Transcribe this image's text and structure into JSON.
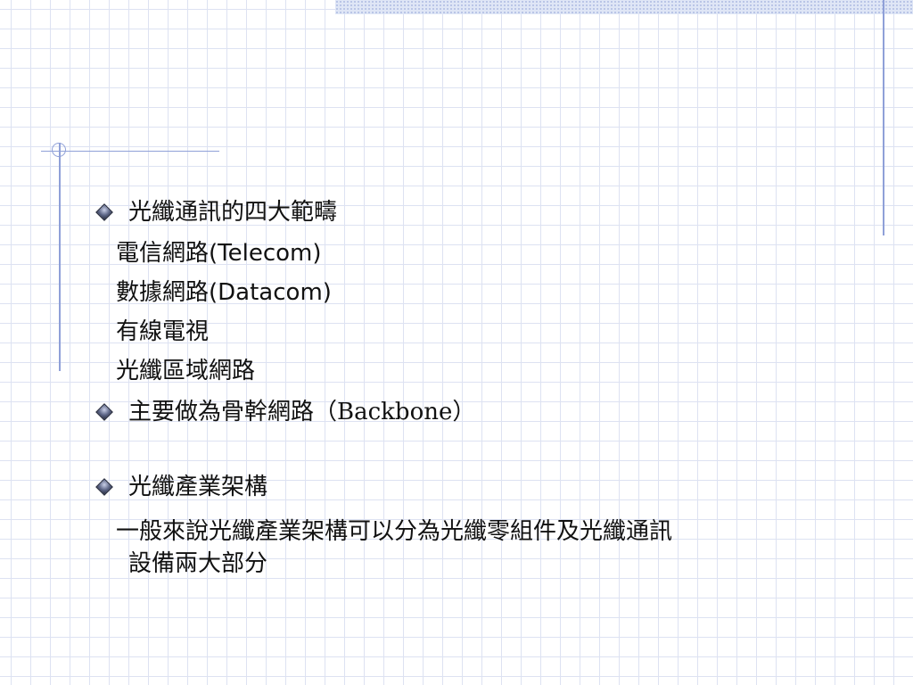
{
  "decor": {
    "grid_color": "#dde2f2",
    "line_color": "#8fa0d8",
    "band_color": "#dfe6f6"
  },
  "slide": {
    "bullet1": {
      "label": "光纖通訊的四大範疇",
      "items": [
        {
          "cjk": "電信網路",
          "latin": "(Telecom)"
        },
        {
          "cjk": "數據網路",
          "latin": "(Datacom)"
        },
        {
          "cjk": "有線電視",
          "latin": ""
        },
        {
          "cjk": "光纖區域網路",
          "latin": ""
        }
      ]
    },
    "bullet2": {
      "label": "主要做為骨幹網路（Backbone）"
    },
    "bullet3": {
      "label": "光纖產業架構",
      "paragraph_line1": "一般來說光纖產業架構可以分為光纖零組件及光纖通訊",
      "paragraph_line2": "設備兩大部分"
    }
  }
}
